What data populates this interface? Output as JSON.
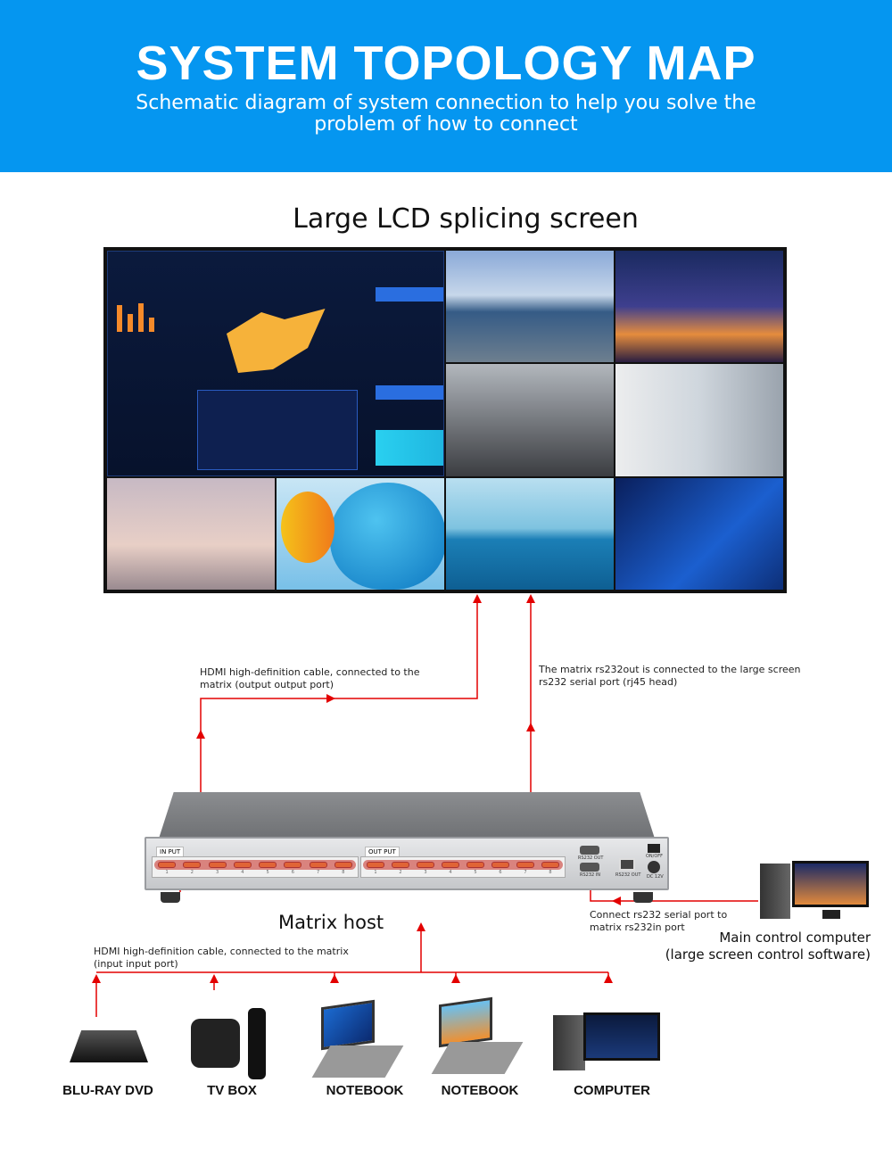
{
  "header": {
    "title": "SYSTEM TOPOLOGY MAP",
    "subtitle": "Schematic diagram of system connection to help you solve the problem of how to connect"
  },
  "screen_title": "Large LCD splicing screen",
  "notes": {
    "hdmi_output": "HDMI high-definition cable, connected to the matrix (output output port)",
    "rs232_out": "The matrix rs232out is connected to the large screen rs232 serial port (rj45 head)",
    "rs232_in": "Connect rs232 serial port to matrix rs232in port",
    "hdmi_input": "HDMI high-definition cable, connected to the matrix (input input port)"
  },
  "matrix": {
    "label": "Matrix host",
    "input_tag": "IN PUT",
    "output_tag": "OUT PUT",
    "port_numbers": [
      "1",
      "2",
      "3",
      "4",
      "5",
      "6",
      "7",
      "8"
    ],
    "rs232_out": "RS232 OUT",
    "rs232_in": "RS232 IN",
    "rj45": "RS232 OUT",
    "power_switch": "ON/OFF",
    "dc": "DC 12V"
  },
  "computer": {
    "line1": "Main control computer",
    "line2": "(large screen control software)"
  },
  "sources": [
    {
      "label": "BLU-RAY DVD"
    },
    {
      "label": "TV BOX"
    },
    {
      "label": "NOTEBOOK"
    },
    {
      "label": "NOTEBOOK"
    },
    {
      "label": "COMPUTER"
    }
  ],
  "colors": {
    "header": "#0596f0",
    "line": "#e30000"
  }
}
